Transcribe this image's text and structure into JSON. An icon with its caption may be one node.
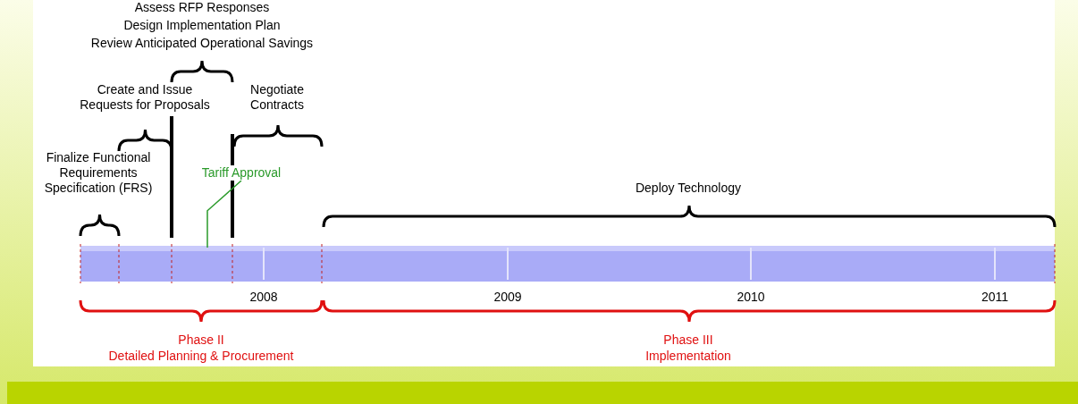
{
  "diagram": {
    "nodes": [
      {
        "text": [
          "Tariff Approval"
        ]
      },
      {
        "text": [],
        "shape": "bar",
        "beside": [
          "2008",
          "2009",
          "2010",
          "2011"
        ]
      }
    ],
    "edges": [
      {
        "from": 0,
        "to": 1,
        "arrow": "none"
      }
    ],
    "labels": [
      "Assess RFP Responses",
      "Design Implementation Plan",
      "Review Anticipated Operational Savings",
      "Create and Issue Requests for Proposals",
      "Negotiate Contracts",
      "Finalize Functional Requirements Specification (FRS)",
      "Deploy Technology",
      "Phase II",
      "Detailed Planning & Procurement",
      "Phase III",
      "Implementation"
    ]
  }
}
